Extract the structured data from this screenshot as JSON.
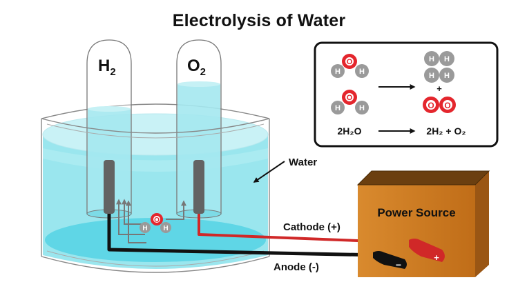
{
  "title": "Electrolysis of Water",
  "tubes": {
    "left_label": "H",
    "left_subscript": "2",
    "right_label": "O",
    "right_subscript": "2"
  },
  "labels": {
    "water": "Water",
    "power_source": "Power Source",
    "cathode": "Cathode (+)",
    "anode": "Anode (-)"
  },
  "terminals": {
    "negative": "−",
    "positive": "+"
  },
  "molecule": {
    "oxygen_atom": "O",
    "hydrogen_atom": "H"
  },
  "equation": {
    "reactant": "2H₂O",
    "products": "2H₂ + O₂",
    "plus": "+"
  },
  "colors": {
    "water": "#8fe3ec",
    "water_surface": "#c9f2f6",
    "oxygen": "#e4262d",
    "hydrogen": "#9a9a9a",
    "power_box": "#cc7a22",
    "power_box_top": "#6b3f10",
    "electrode": "#636363",
    "cathode_wire": "#d02828",
    "anode_wire": "#111111"
  },
  "icons": [
    "reaction-arrow-icon",
    "bubble-arrow-icon",
    "pointer-arrow-icon"
  ]
}
